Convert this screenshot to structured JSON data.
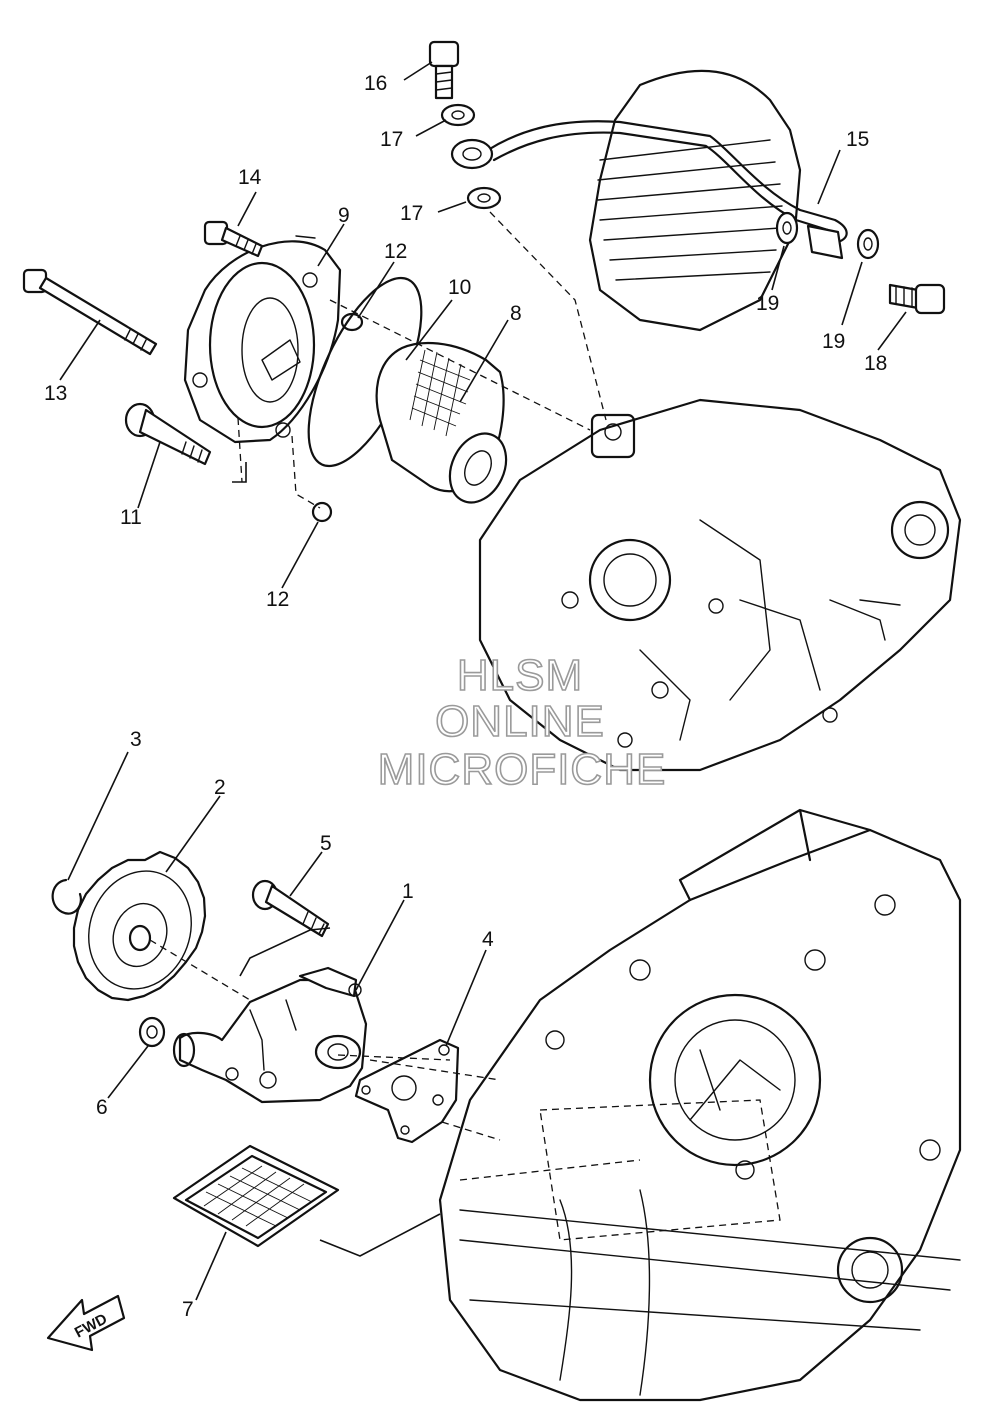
{
  "callouts": [
    {
      "id": "c1",
      "label": "1"
    },
    {
      "id": "c2",
      "label": "2"
    },
    {
      "id": "c3",
      "label": "3"
    },
    {
      "id": "c4",
      "label": "4"
    },
    {
      "id": "c5",
      "label": "5"
    },
    {
      "id": "c6",
      "label": "6"
    },
    {
      "id": "c7",
      "label": "7"
    },
    {
      "id": "c8",
      "label": "8"
    },
    {
      "id": "c9",
      "label": "9"
    },
    {
      "id": "c10",
      "label": "10"
    },
    {
      "id": "c11",
      "label": "11"
    },
    {
      "id": "c12a",
      "label": "12"
    },
    {
      "id": "c12b",
      "label": "12"
    },
    {
      "id": "c13",
      "label": "13"
    },
    {
      "id": "c14",
      "label": "14"
    },
    {
      "id": "c15",
      "label": "15"
    },
    {
      "id": "c16",
      "label": "16"
    },
    {
      "id": "c17a",
      "label": "17"
    },
    {
      "id": "c17b",
      "label": "17"
    },
    {
      "id": "c18",
      "label": "18"
    },
    {
      "id": "c19a",
      "label": "19"
    },
    {
      "id": "c19b",
      "label": "19"
    }
  ],
  "watermark": {
    "line1": "HLSM",
    "line2": "ONLINE",
    "line3": "MICROFICHE"
  },
  "direction_label": "FWD"
}
